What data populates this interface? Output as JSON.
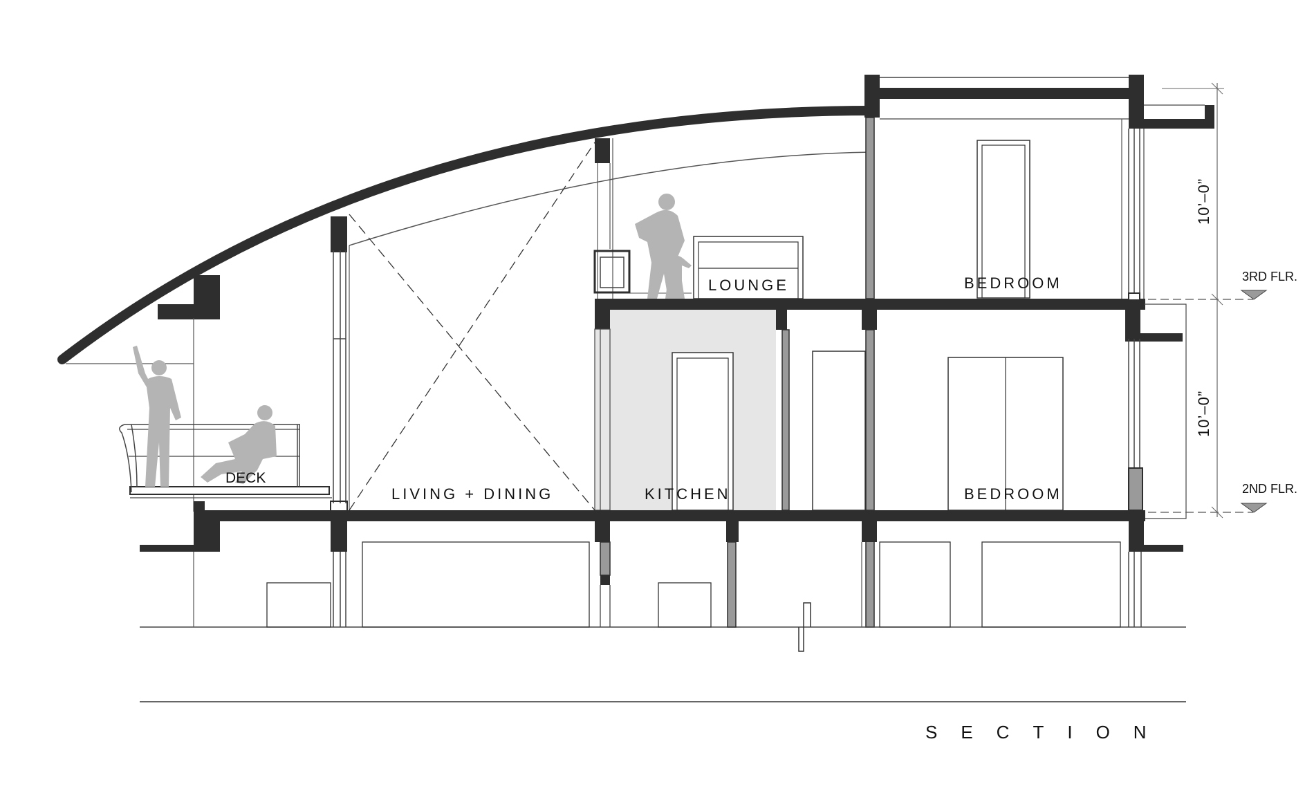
{
  "drawing": {
    "title": "SECTION",
    "rooms": {
      "deck": "DECK",
      "living_dining": "LIVING + DINING",
      "kitchen": "KITCHEN",
      "lounge": "LOUNGE",
      "bedroom_upper": "BEDROOM",
      "bedroom_lower": "BEDROOM"
    },
    "levels": {
      "third": "3RD FLR.",
      "second": "2ND FLR."
    },
    "dimensions": {
      "upper": "10’–0”",
      "lower": "10’–0”"
    }
  },
  "colors": {
    "structure": "#2e2e2e",
    "line": "#444444",
    "figure": "#b4b4b4",
    "kitchen_fill": "#e6e6e6",
    "column": "#9a9a9a"
  }
}
